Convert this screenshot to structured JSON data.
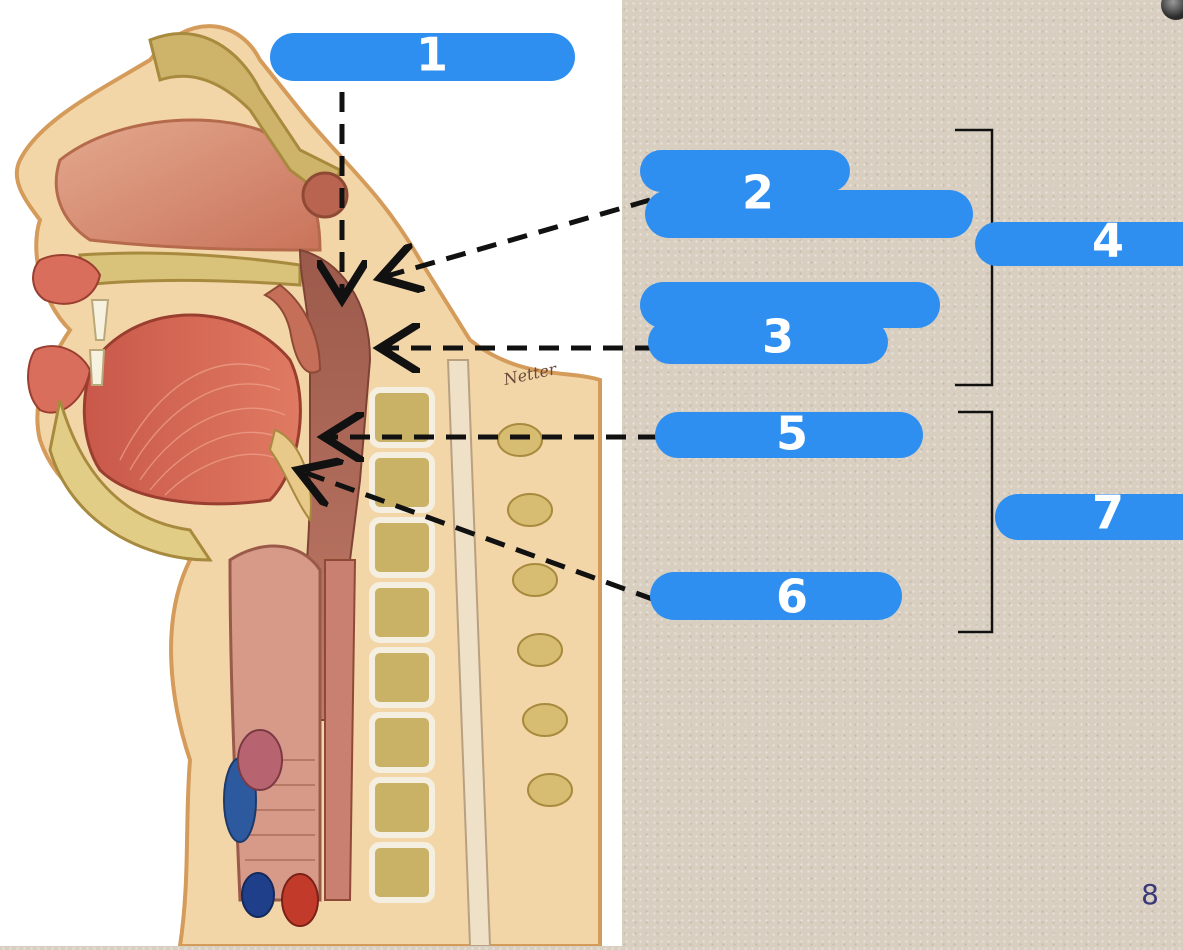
{
  "slide": {
    "page_number": "8",
    "background_color": "#d9cfc1",
    "label_color": "#2f8ff0"
  },
  "labels": [
    {
      "id": "1",
      "text": "1"
    },
    {
      "id": "2",
      "text": "2"
    },
    {
      "id": "3",
      "text": "3"
    },
    {
      "id": "4",
      "text": "4"
    },
    {
      "id": "5",
      "text": "5"
    },
    {
      "id": "6",
      "text": "6"
    },
    {
      "id": "7",
      "text": "7"
    }
  ],
  "illustration": {
    "signature": "Netter"
  }
}
